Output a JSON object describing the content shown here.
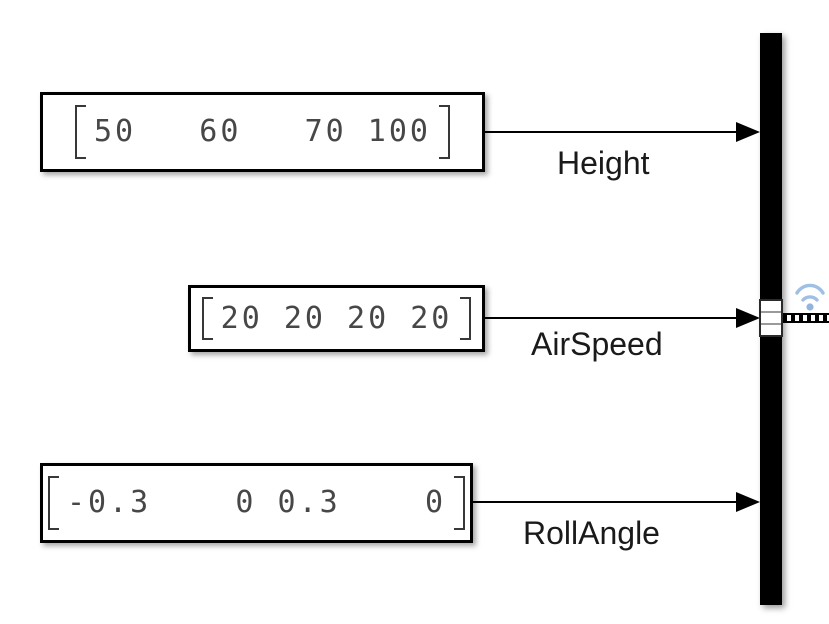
{
  "blocks": [
    {
      "type": "Constant",
      "value": "50   60   70 100",
      "signal_label": "Height"
    },
    {
      "type": "Constant",
      "value": "20 20 20 20",
      "signal_label": "AirSpeed"
    },
    {
      "type": "Constant",
      "value": "-0.3    0 0.3    0",
      "signal_label": "RollAngle"
    }
  ],
  "mux_block": {
    "type": "Mux",
    "inputs": 3,
    "outputs": 1
  },
  "output_signal": {
    "line_style": "dashed",
    "streaming_icon": "wifi",
    "streaming_icon_color": "#9fc0e4"
  },
  "colors": {
    "background": "#ffffff",
    "block_fill": "#ffffff",
    "block_border": "#000000",
    "wire": "#000000",
    "value_text": "#474747",
    "label_text": "#1a1a1a"
  }
}
